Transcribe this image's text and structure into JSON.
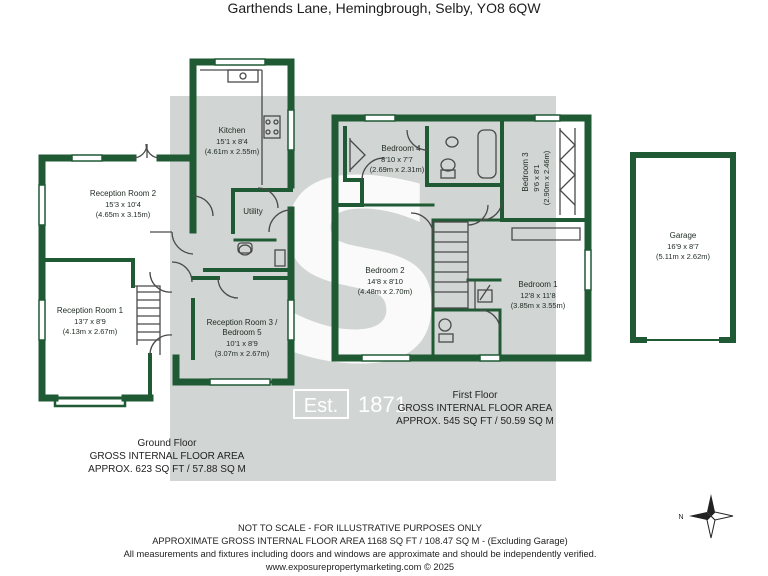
{
  "title": "Garthends Lane, Hemingbrough, Selby, YO8 6QW",
  "watermark": {
    "letter": "S",
    "est": "Est.",
    "year": "1871"
  },
  "colors": {
    "wall": "#1f5a35",
    "watermark": "#c9cecb",
    "fixture": "#4a4a4a"
  },
  "rooms": {
    "kitchen": {
      "name": "Kitchen",
      "imperial": "15'1 x 8'4",
      "metric": "(4.61m x 2.55m)"
    },
    "reception2": {
      "name": "Reception Room 2",
      "imperial": "15'3 x 10'4",
      "metric": "(4.65m x 3.15m)"
    },
    "utility": {
      "name": "Utility"
    },
    "reception1": {
      "name": "Reception Room 1",
      "imperial": "13'7 x 8'9",
      "metric": "(4.13m x 2.67m)"
    },
    "reception3": {
      "name": "Reception Room 3 /",
      "name2": "Bedroom 5",
      "imperial": "10'1 x 8'9",
      "metric": "(3.07m x 2.67m)"
    },
    "bedroom4": {
      "name": "Bedroom 4",
      "imperial": "8'10 x 7'7",
      "metric": "(2.69m x 2.31m)"
    },
    "bedroom3": {
      "name": "Bedroom 3",
      "imperial": "9'6 x 8'1",
      "metric": "(2.90m x 2.46m)"
    },
    "bedroom2": {
      "name": "Bedroom 2",
      "imperial": "14'8 x 8'10",
      "metric": "(4.48m x 2.70m)"
    },
    "bedroom1": {
      "name": "Bedroom 1",
      "imperial": "12'8 x 11'8",
      "metric": "(3.85m x 3.55m)"
    },
    "garage": {
      "name": "Garage",
      "imperial": "16'9 x 8'7",
      "metric": "(5.11m x 2.62m)"
    }
  },
  "floors": {
    "ground": {
      "name": "Ground Floor",
      "area_label": "GROSS INTERNAL FLOOR AREA",
      "area": "APPROX. 623 SQ FT / 57.88 SQ M"
    },
    "first": {
      "name": "First Floor",
      "area_label": "GROSS INTERNAL FLOOR AREA",
      "area": "APPROX. 545 SQ FT / 50.59 SQ M"
    }
  },
  "footer": {
    "line1": "NOT TO SCALE - FOR ILLUSTRATIVE PURPOSES ONLY",
    "line2": "APPROXIMATE GROSS INTERNAL FLOOR AREA 1168 SQ FT / 108.47 SQ M - (Excluding Garage)",
    "line3": "All measurements and fixtures including doors and windows are approximate and should be independently verified.",
    "line4": "www.exposurepropertymarketing.com © 2025"
  },
  "compass": {
    "label": "N"
  }
}
